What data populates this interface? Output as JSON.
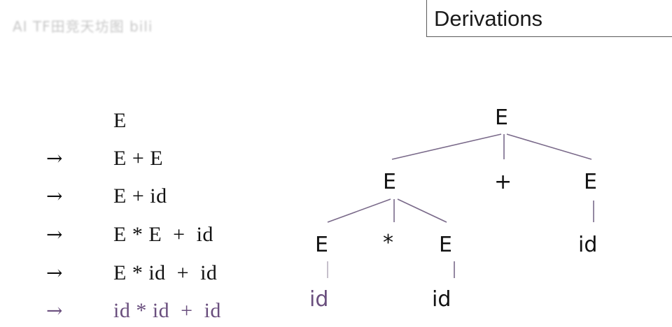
{
  "watermark": "AI TF田竞天坊图 bili",
  "title": "Derivations",
  "derivation": {
    "steps": [
      {
        "arrow": "",
        "form": "E"
      },
      {
        "arrow": "→",
        "form": "E + E"
      },
      {
        "arrow": "→",
        "form": "E + id"
      },
      {
        "arrow": "→",
        "form": "E * E  +  id"
      },
      {
        "arrow": "→",
        "form": "E * id  +  id"
      },
      {
        "arrow": "→",
        "form": "id * id  +  id"
      }
    ]
  },
  "tree": {
    "root": "E",
    "level1": [
      "E",
      "+",
      "E"
    ],
    "level2": [
      "E",
      "*",
      "E",
      "id"
    ],
    "level3": [
      "id",
      "id"
    ]
  }
}
